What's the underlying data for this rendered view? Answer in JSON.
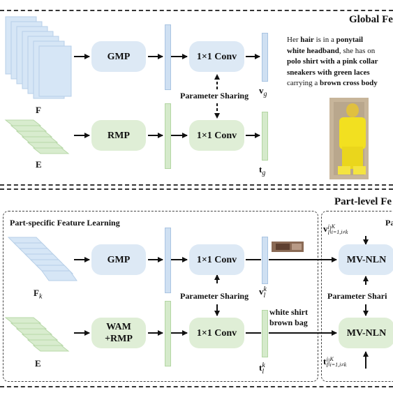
{
  "global": {
    "title": "Global Fe",
    "gmp": "GMP",
    "rmp": "RMP",
    "conv_top": "1×1 Conv",
    "conv_bottom": "1×1 Conv",
    "param_sharing": "Parameter Sharing",
    "F_label": "F",
    "E_label": "E",
    "vg_label": "v",
    "vg_sub": "g",
    "tg_label": "t",
    "tg_sub": "g",
    "description": [
      [
        {
          "t": "Her ",
          "b": false
        },
        {
          "t": "hair",
          "b": true
        },
        {
          "t": " is in a ",
          "b": false
        },
        {
          "t": "ponytail",
          "b": true
        }
      ],
      [
        {
          "t": "white headband",
          "b": true
        },
        {
          "t": ", she has on",
          "b": false
        }
      ],
      [
        {
          "t": "polo shirt with a pink collar",
          "b": true
        }
      ],
      [
        {
          "t": "sneakers with green laces",
          "b": true
        }
      ],
      [
        {
          "t": "carrying a ",
          "b": false
        },
        {
          "t": "brown cross body",
          "b": true
        }
      ]
    ]
  },
  "part": {
    "title": "Part-level Fe",
    "section_label": "Part-specific Feature Learning",
    "right_title": "Pa",
    "gmp": "GMP",
    "wam": "WAM\n+RMP",
    "conv_top": "1×1 Conv",
    "conv_bottom": "1×1 Conv",
    "param_sharing": "Parameter Sharing",
    "param_sharing_right": "Parameter Shari",
    "mvnln_top": "MV-NLN",
    "mvnln_bottom": "MV-NLN",
    "Fk_label": "F",
    "Fk_sub": "k",
    "E_label": "E",
    "vlk_label": "v",
    "vlk_sup": "k",
    "vlk_sub": "l",
    "tlk_label": "t",
    "tlk_sup": "k",
    "tlk_sub": "l",
    "text_label_line1": "white shirt",
    "text_label_line2": "brown bag",
    "v_set_label": "v",
    "t_set_label": "t",
    "set_sup": "i",
    "set_sub": "l",
    "set_range_sup": "K",
    "set_range_sub": "i=1,i≠k"
  },
  "colors": {
    "blue_fill": "#dde9f5",
    "green_fill": "#dfeed6",
    "dash": "#333333"
  }
}
